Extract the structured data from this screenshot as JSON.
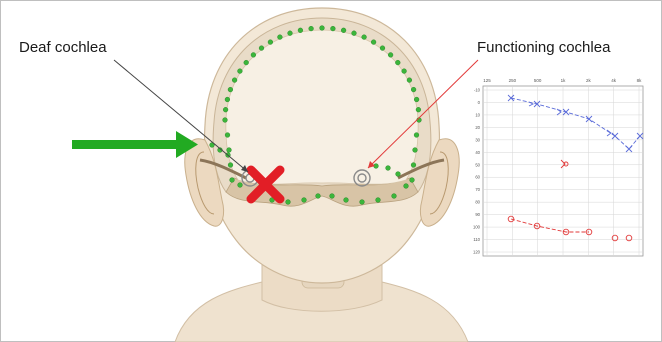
{
  "labels": {
    "left": "Deaf cochlea",
    "right": "Functioning cochlea"
  },
  "colors": {
    "arrow": "#22aa22",
    "cross": "#e21e26",
    "dots": "#3bb53b",
    "skin": "#f1e6d4",
    "skin_dark": "#d9c6ac",
    "right_ear_series": "#e23a3a",
    "left_ear_series": "#5b6cd9",
    "pointer_left": "#444444",
    "pointer_right": "#e23a3a"
  },
  "icons": {
    "arrow": "arrow-right-icon",
    "cross": "cross-icon"
  },
  "audiogram": {
    "x_ticks": [
      "125",
      "250",
      "500",
      "1k",
      "2k",
      "4k",
      "8k"
    ],
    "y_ticks": [
      "-10",
      "0",
      "10",
      "20",
      "30",
      "40",
      "50",
      "60",
      "70",
      "80",
      "90",
      "100",
      "110",
      "120"
    ]
  }
}
